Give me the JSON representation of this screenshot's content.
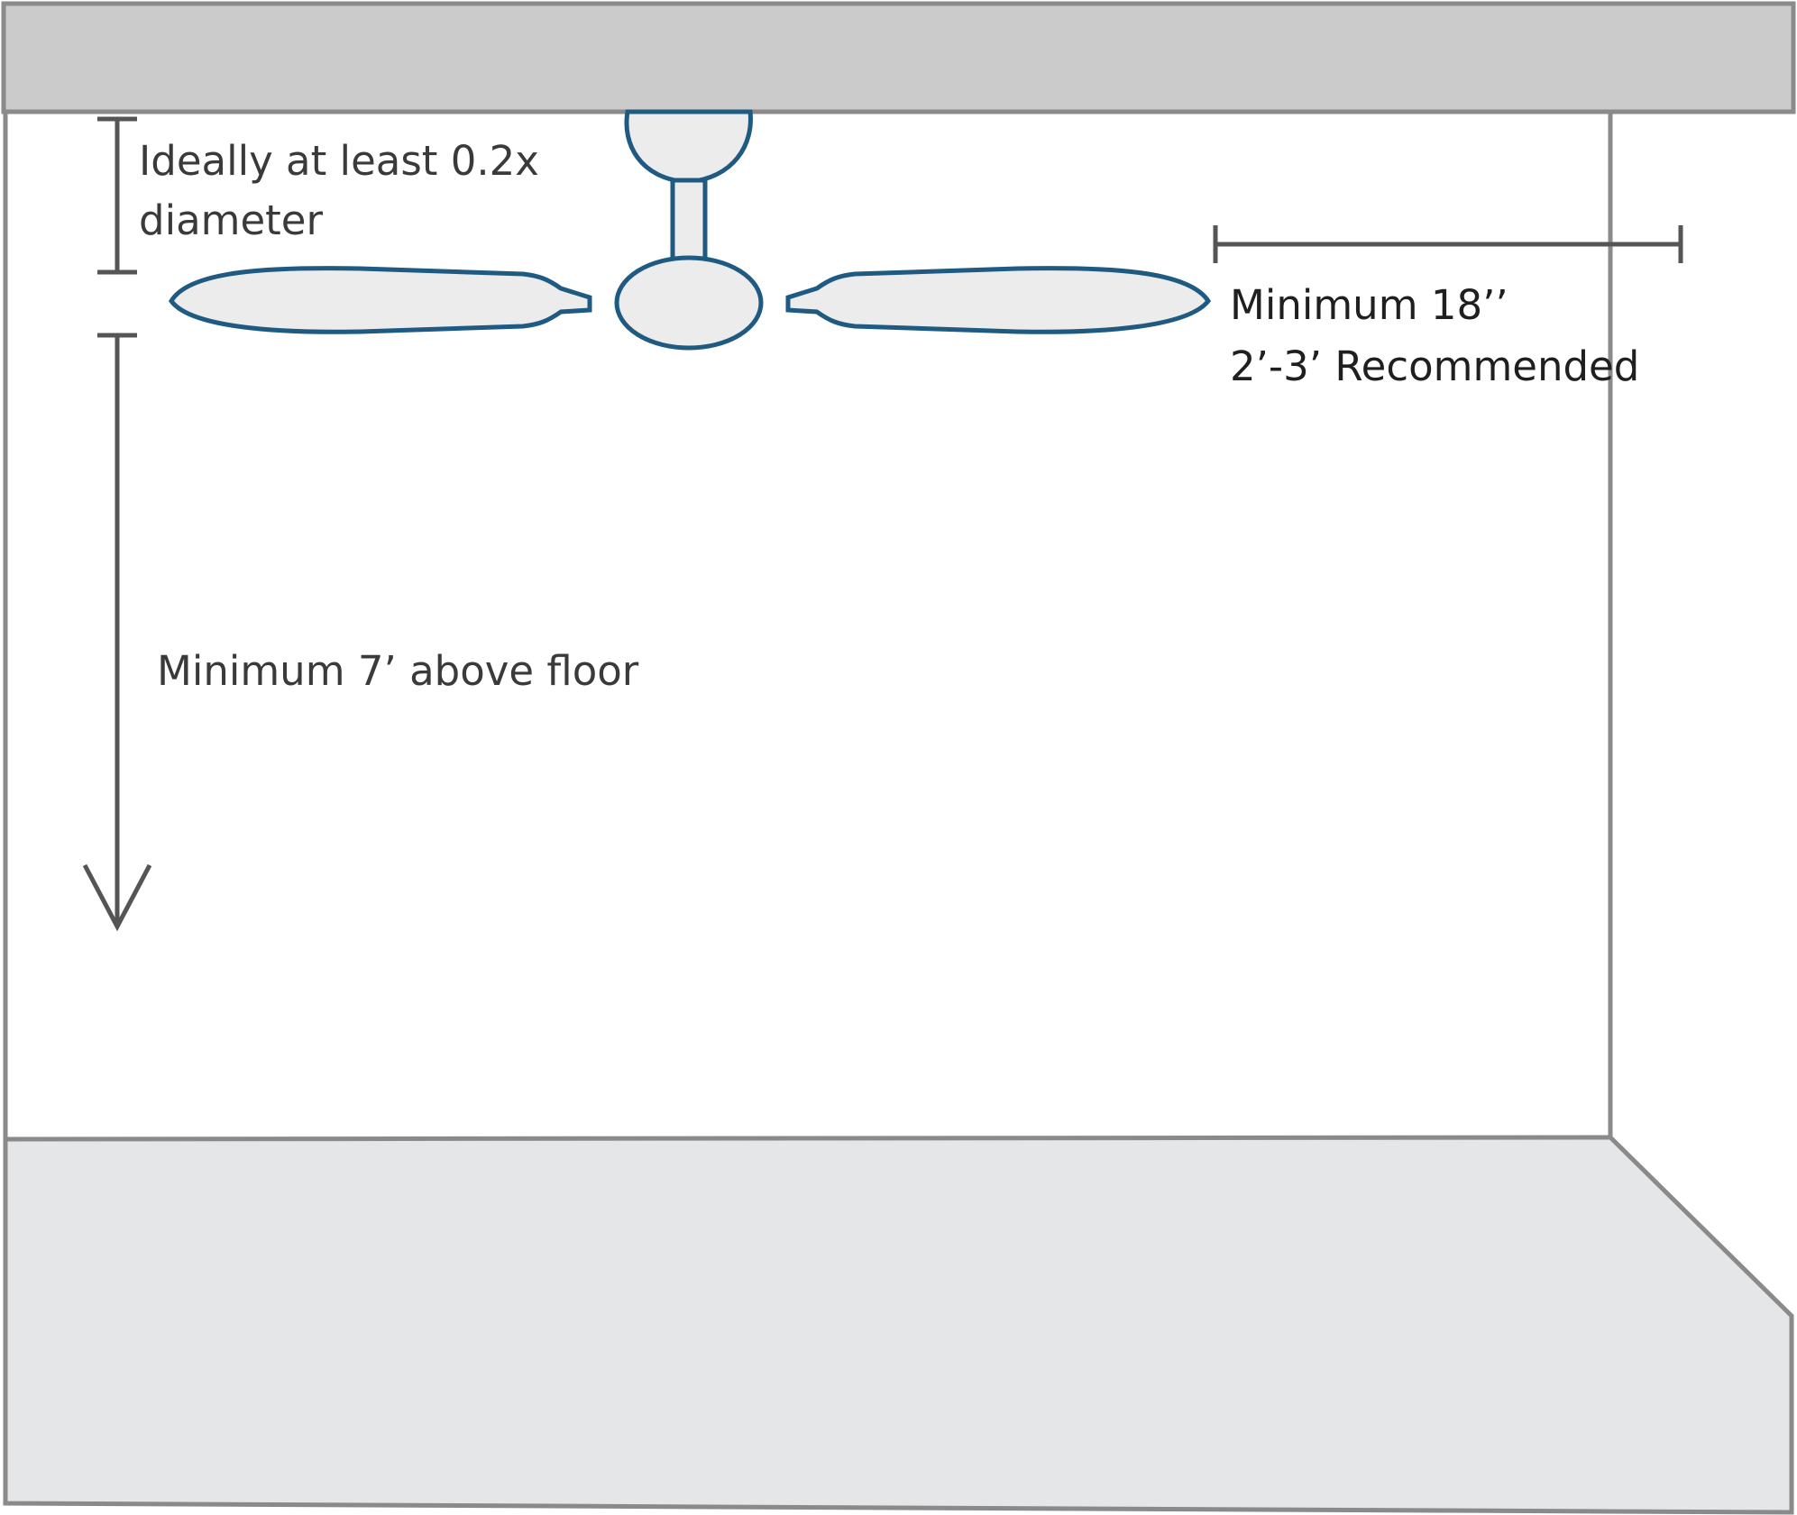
{
  "colors": {
    "ceiling_fill": "#cbcbcb",
    "floor_fill": "#e5e6e8",
    "room_outline": "#8a8a8a",
    "fan_fill": "#ececec",
    "fan_stroke": "#1f5a82",
    "dimension_line": "#555555",
    "text": "#3a3a3a"
  },
  "annotations": {
    "clearance_ceiling_line1": "Ideally at least 0.2x",
    "clearance_ceiling_line2": "diameter",
    "clearance_wall_line1": "Minimum 18’’",
    "clearance_wall_line2": "2’-3’ Recommended",
    "height_floor": "Minimum 7’ above floor"
  }
}
